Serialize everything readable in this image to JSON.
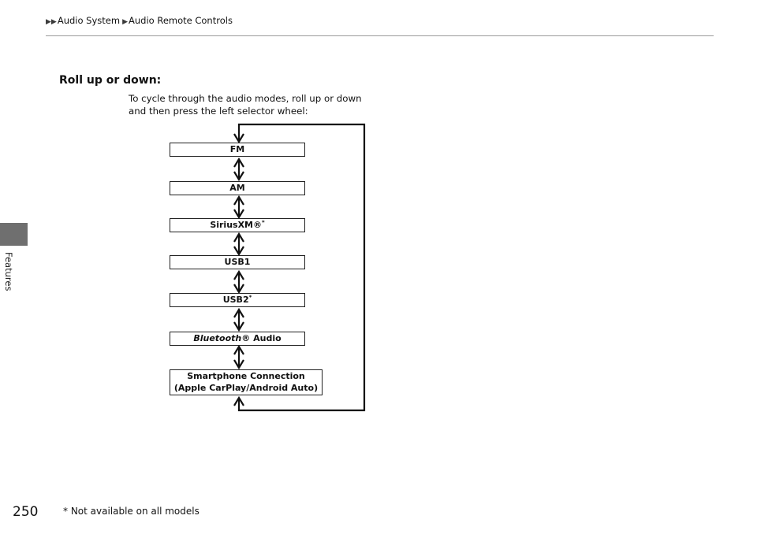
{
  "breadcrumb": {
    "marker": "▶▶",
    "part1": "Audio System",
    "separator": "▶",
    "part2": "Audio Remote Controls"
  },
  "sidebar": {
    "section_label": "Features"
  },
  "section": {
    "title": "Roll up or down:",
    "intro": "To cycle through the audio modes, roll up or down and then press the left selector wheel:"
  },
  "modes": {
    "fm": "FM",
    "am": "AM",
    "siriusxm": "SiriusXM®",
    "siriusxm_mark": "*",
    "usb1": "USB1",
    "usb2": "USB2",
    "usb2_mark": "*",
    "bluetooth_word": "Bluetooth",
    "bluetooth_rest": "® Audio",
    "smartphone_line1": "Smartphone Connection",
    "smartphone_line2": "(Apple CarPlay/Android Auto)"
  },
  "footer": {
    "page_number": "250",
    "footnote": "* Not available on all models"
  }
}
